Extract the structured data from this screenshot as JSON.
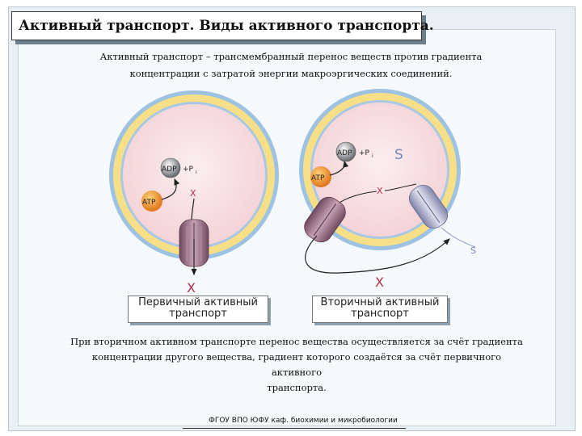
{
  "title": "Активный транспорт.  Виды активного транспорта.",
  "definition": {
    "line1": "Активный транспорт – трансмембранный перенос веществ против градиента",
    "line2": "концентрации с затратой энергии макроэргических соединений."
  },
  "primary": {
    "adp": "ADP",
    "pi": "+P",
    "pi_sub": "i",
    "atp": "ATP",
    "x_inside": "X",
    "x_outside": "X",
    "label_line1": "Первичный активный",
    "label_line2": "транспорт"
  },
  "secondary": {
    "adp": "ADP",
    "pi": "+P",
    "pi_sub": "i",
    "atp": "ATP",
    "s_inside": "S",
    "x_inside": "X",
    "s_outside": "S",
    "x_outside": "X",
    "label_line1": "Вторичный активный",
    "label_line2": "транспорт"
  },
  "secondary_note": {
    "line1": "При вторичном активном транспорте перенос вещества осуществляется за счёт градиента",
    "line2": "концентрации другого вещества, градиент которого создаётся за счёт первичного активного",
    "line3": "транспорта."
  },
  "footer": "ФГОУ ВПО ЮФУ каф. биохимии и микробиологии",
  "colors": {
    "cell_membrane": "#f6e08a",
    "membrane_outer": "#8db6dc",
    "cytoplasm": "#f7d9dc",
    "pump": "#9f6f87",
    "symporter": "#b8bcd6",
    "atp": "#f2a03a",
    "adp": "#8e9094",
    "x_text": "#b2304a",
    "s_text": "#7a87b8"
  }
}
